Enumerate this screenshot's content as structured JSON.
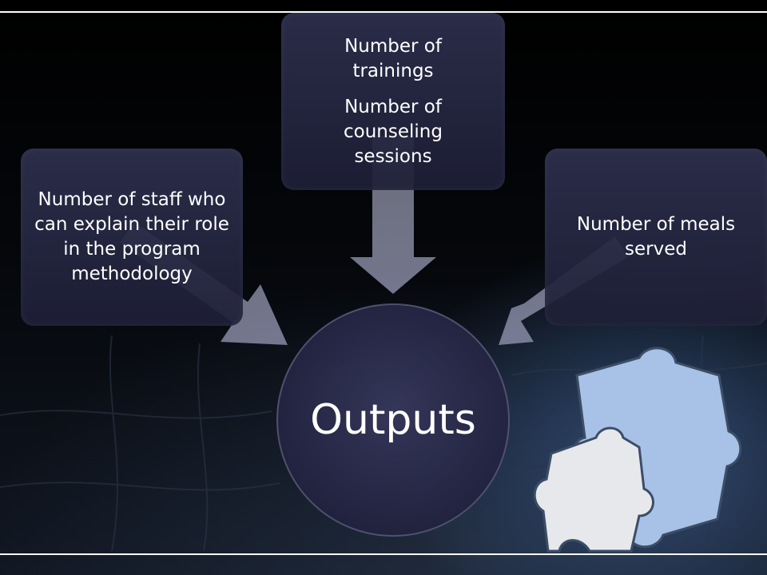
{
  "diagram": {
    "center_label": "Outputs",
    "boxes": [
      {
        "id": "left",
        "lines": [
          "Number of staff who can explain their role in the program methodology"
        ]
      },
      {
        "id": "top",
        "lines": [
          "Number of trainings",
          "Number of counseling sessions"
        ]
      },
      {
        "id": "right",
        "lines": [
          "Number of meals served"
        ]
      }
    ]
  },
  "colors": {
    "box_fill": "#2a2c4a",
    "arrow": "#9a9db8",
    "text": "#ffffff",
    "puzzle_blue": "#a9c4e8",
    "puzzle_white": "#e6e8ec"
  }
}
